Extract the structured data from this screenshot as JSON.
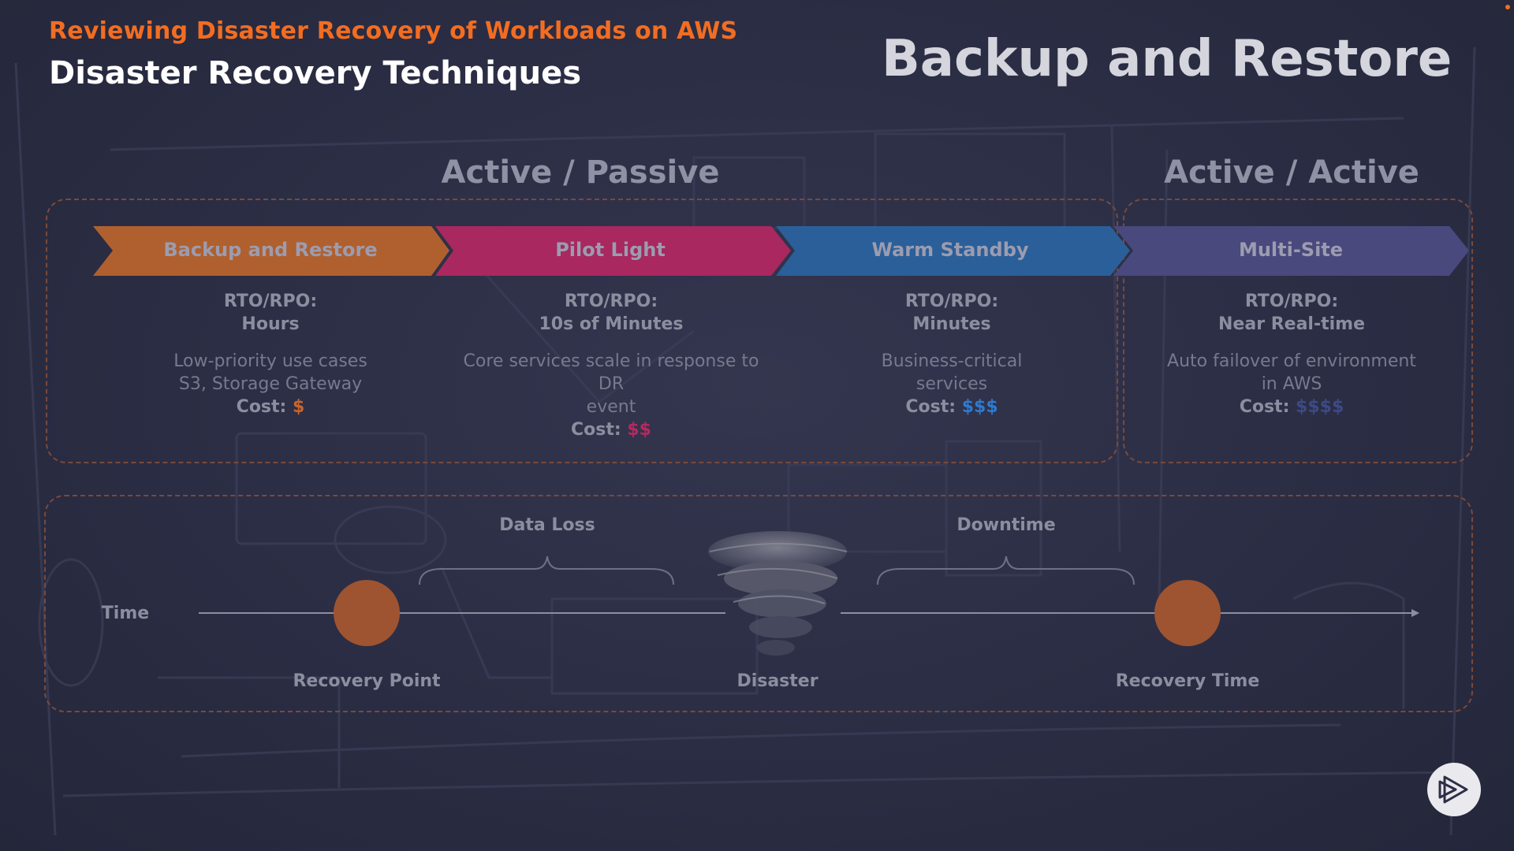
{
  "header": {
    "course_title": "Reviewing Disaster Recovery of Workloads on AWS",
    "module_title": "Disaster Recovery Techniques",
    "slide_title": "Backup and Restore"
  },
  "sections": {
    "active_passive": "Active / Passive",
    "active_active": "Active / Active"
  },
  "strategies": [
    {
      "name": "Backup and Restore",
      "color": "#b0602e",
      "rto_label": "RTO/RPO:",
      "rto_value": "Hours",
      "description_lines": [
        "Low-priority use cases",
        "S3, Storage Gateway"
      ],
      "cost_label": "Cost:",
      "cost_value": "$",
      "cost_color": "#c8652d"
    },
    {
      "name": "Pilot Light",
      "color": "#a8285f",
      "rto_label": "RTO/RPO:",
      "rto_value": "10s of Minutes",
      "description_lines": [
        "Core services scale in response to DR",
        "event"
      ],
      "cost_label": "Cost:",
      "cost_value": "$$",
      "cost_color": "#b8285f"
    },
    {
      "name": "Warm Standby",
      "color": "#2b5f99",
      "rto_label": "RTO/RPO:",
      "rto_value": "Minutes",
      "description_lines": [
        "Business-critical",
        "services"
      ],
      "cost_label": "Cost:",
      "cost_value": "$$$",
      "cost_color": "#2d7ad0"
    },
    {
      "name": "Multi-Site",
      "color": "#49497e",
      "rto_label": "RTO/RPO:",
      "rto_value": "Near Real-time",
      "description_lines": [
        "Auto failover of environment",
        "in AWS"
      ],
      "cost_label": "Cost:",
      "cost_value": "$$$$",
      "cost_color": "#3c4a88"
    }
  ],
  "timeline": {
    "time_label": "Time",
    "data_loss_label": "Data Loss",
    "downtime_label": "Downtime",
    "recovery_point_label": "Recovery Point",
    "disaster_label": "Disaster",
    "recovery_time_label": "Recovery Time",
    "marker_color": "#9e5430"
  },
  "player": {
    "icon": "play-icon"
  }
}
